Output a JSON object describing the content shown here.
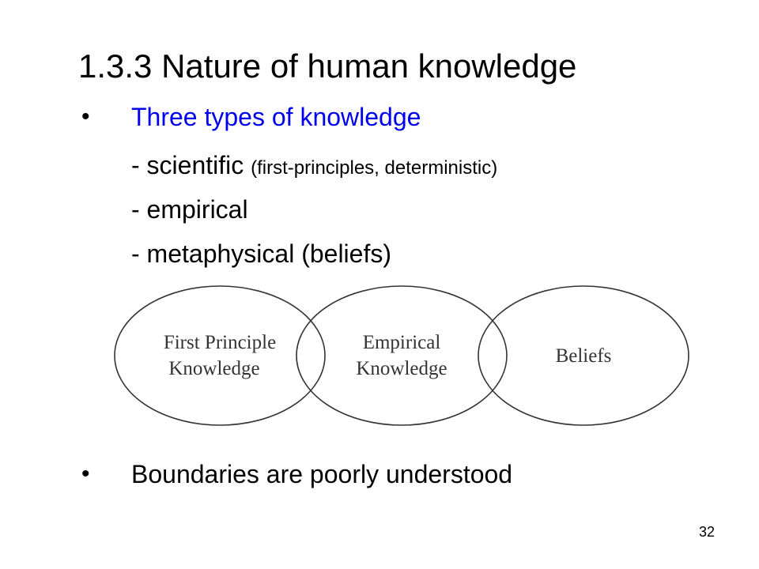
{
  "slide": {
    "title": "1.3.3 Nature of human knowledge",
    "bullet_symbol": "•",
    "bullet_1": "Three types of knowledge",
    "types": {
      "scientific_main": "- scientific",
      "scientific_note": "(first-principles,  deterministic)",
      "empirical": "- empirical",
      "metaphysical": "- metaphysical (beliefs)"
    },
    "bullet_2": "Boundaries are poorly understood",
    "page_number": "32"
  },
  "diagram": {
    "first_principle": {
      "line1": "First Principle",
      "line2": "Knowledge"
    },
    "empirical": {
      "line1": "Empirical",
      "line2": "Knowledge"
    },
    "beliefs": {
      "line1": "Beliefs"
    }
  },
  "colors": {
    "accent_text": "#0000ee",
    "text": "#000000",
    "diagram_stroke": "#333333"
  }
}
